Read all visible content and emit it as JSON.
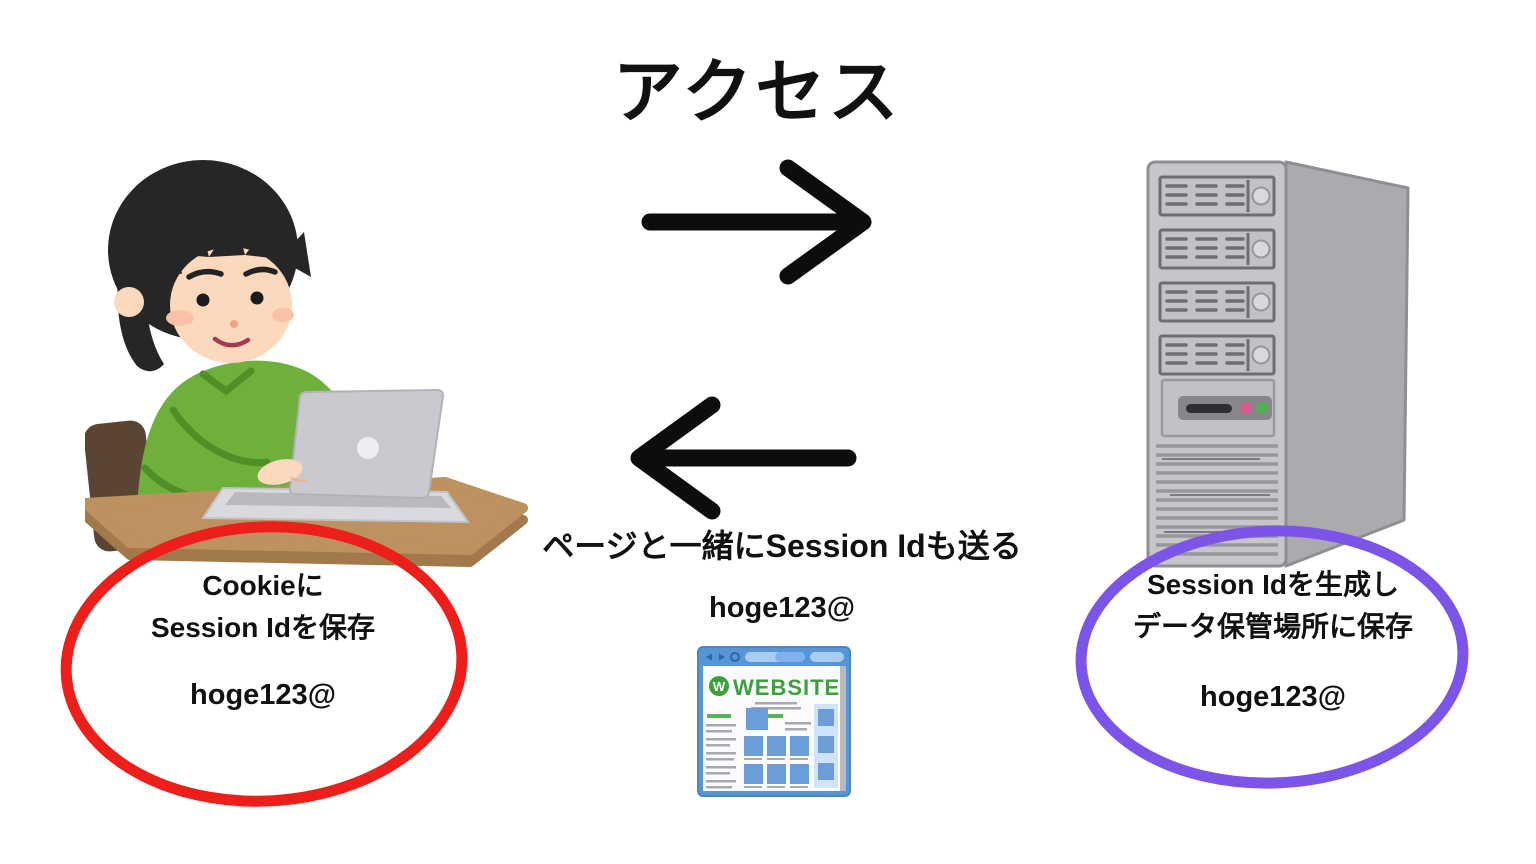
{
  "title": "アクセス",
  "client": {
    "caption_line1": "Cookieに",
    "caption_line2": "Session Idを保存",
    "session_id": "hoge123@"
  },
  "response": {
    "label": "ページと一緒にSession Idも送る",
    "session_id": "hoge123@"
  },
  "server_node": {
    "caption_line1": "Session Idを生成し",
    "caption_line2": "データ保管場所に保存",
    "session_id": "hoge123@"
  },
  "website_thumbnail": {
    "logo_letter": "W",
    "logo_text": "WEBSITE"
  },
  "colors": {
    "client_highlight": "#ec1f1a",
    "server_highlight": "#7c55e8",
    "arrow": "#0d0d0d",
    "text": "#111111",
    "website_green": "#3da03d",
    "website_blue": "#5795d6"
  }
}
